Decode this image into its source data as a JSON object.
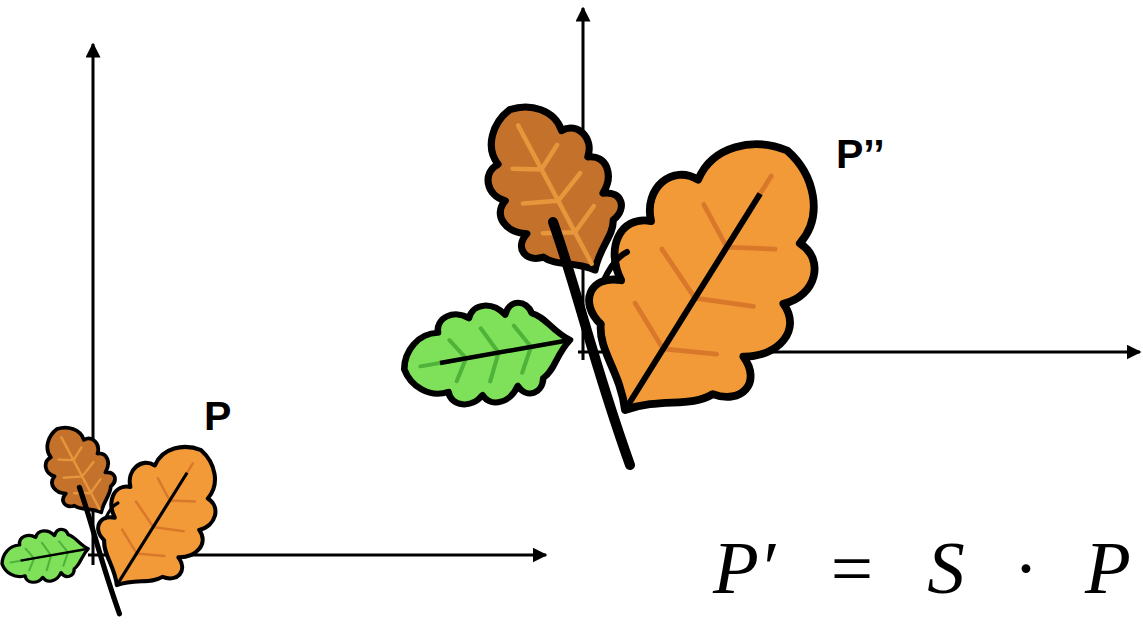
{
  "diagram": {
    "labels": [
      "P",
      "P’’",
      "P′ = S · P"
    ]
  }
}
